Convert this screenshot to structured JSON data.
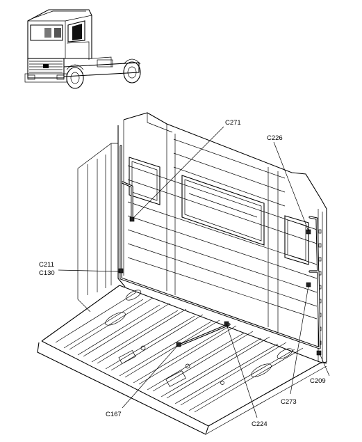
{
  "callouts": {
    "c271": "C271",
    "c226": "C226",
    "c211": "C211",
    "c130": "C130",
    "c209": "C209",
    "c273": "C273",
    "c167": "C167",
    "c224": "C224"
  }
}
